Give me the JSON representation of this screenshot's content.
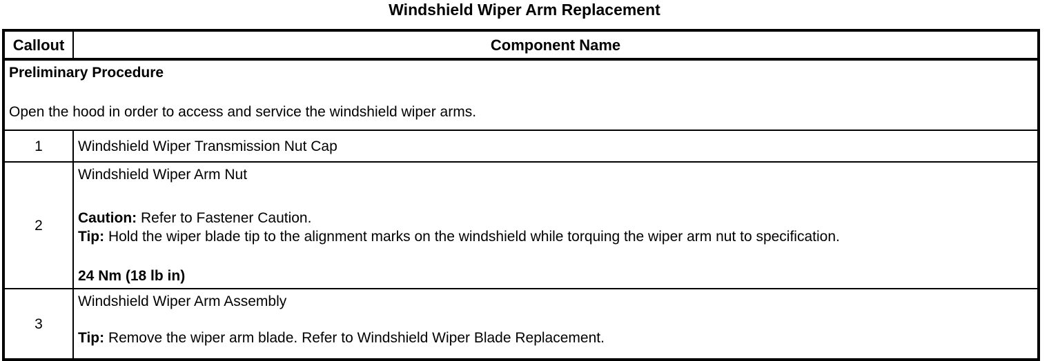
{
  "title": "Windshield Wiper Arm Replacement",
  "colors": {
    "background": "#ffffff",
    "text": "#000000",
    "border": "#000000"
  },
  "table": {
    "headers": {
      "callout": "Callout",
      "component": "Component Name"
    },
    "preliminary": {
      "heading": "Preliminary Procedure",
      "text": "Open the hood in order to access and service the windshield wiper arms."
    },
    "rows": [
      {
        "callout": "1",
        "name": "Windshield Wiper Transmission Nut Cap"
      },
      {
        "callout": "2",
        "name": "Windshield Wiper Arm Nut",
        "caution": {
          "label": "Caution:",
          "text": " Refer to Fastener Caution."
        },
        "tip": {
          "label": "Tip:",
          "text": " Hold the wiper blade tip to the alignment marks on the windshield while torquing the wiper arm nut to specification."
        },
        "torque": "24 Nm (18 lb in)"
      },
      {
        "callout": "3",
        "name": "Windshield Wiper Arm Assembly",
        "tip": {
          "label": "Tip:",
          "text": " Remove the wiper arm blade. Refer to Windshield Wiper Blade Replacement."
        }
      }
    ]
  }
}
